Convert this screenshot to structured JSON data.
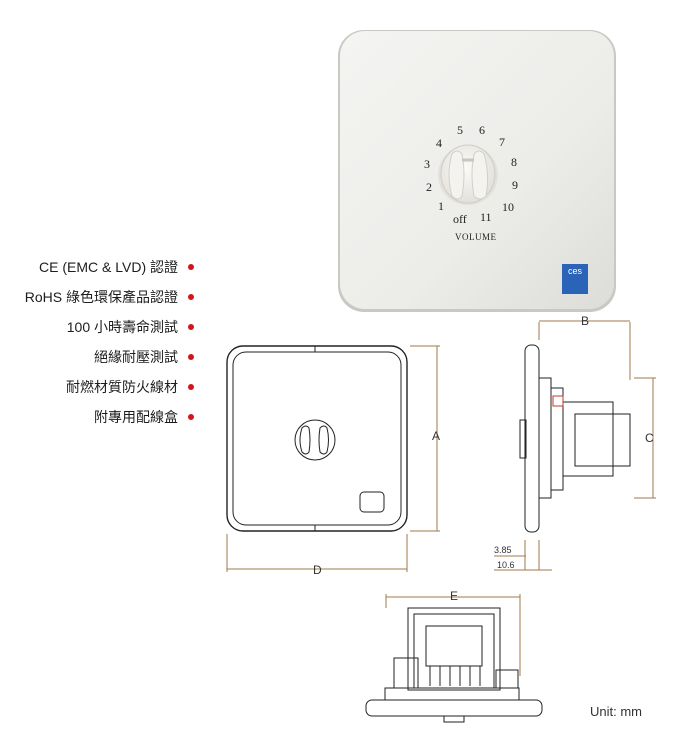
{
  "features": [
    "CE (EMC & LVD) 認證",
    "RoHS 綠色環保產品認證",
    "100 小時壽命測試",
    "絕緣耐壓測試",
    "耐燃材質防火線材",
    "附專用配線盒"
  ],
  "product": {
    "dial_numbers": [
      "1",
      "2",
      "3",
      "4",
      "5",
      "6",
      "7",
      "8",
      "9",
      "10",
      "11"
    ],
    "off_label": "off",
    "volume_label": "VOLUME",
    "logo_text": "ces"
  },
  "dimensions": {
    "a": "A",
    "b": "B",
    "c": "C",
    "d": "D",
    "e": "E",
    "d1": "3.85",
    "d2": "10.6"
  },
  "unit_label": "Unit: mm",
  "colors": {
    "accent_dot": "#d4141c",
    "dim_line": "#a07a4a",
    "logo_blue": "#2a63b8"
  }
}
